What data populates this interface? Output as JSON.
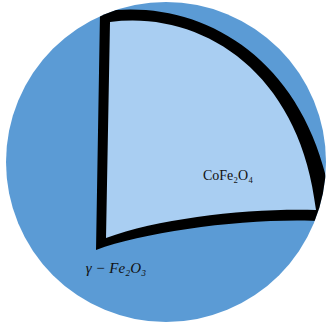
{
  "diagram": {
    "nodes": [
      {
        "text": [
          "γ − Fe₂O₃"
        ]
      },
      {
        "text": [
          "CoFe₂O₄"
        ],
        "in": 0
      }
    ]
  }
}
